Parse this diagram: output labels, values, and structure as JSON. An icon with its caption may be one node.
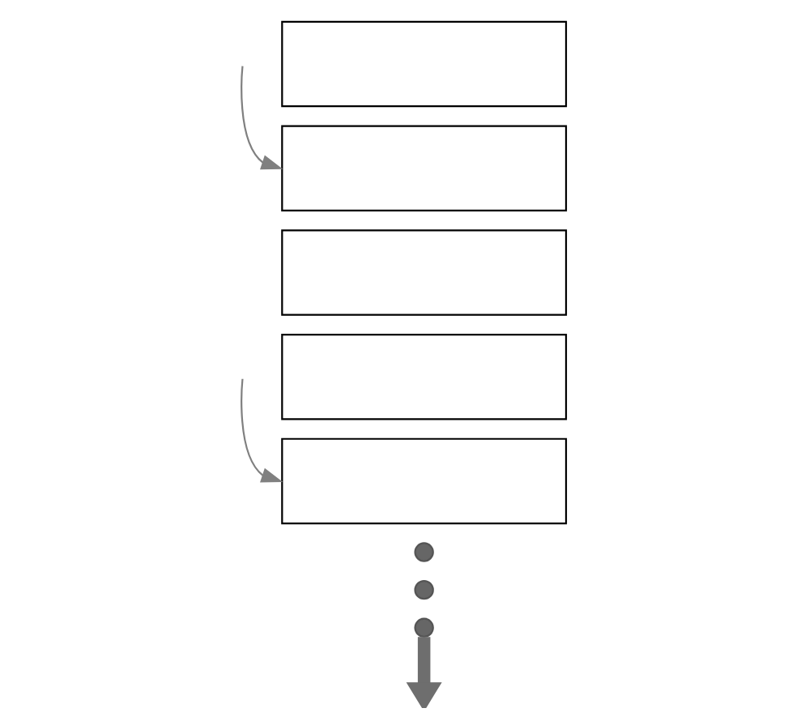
{
  "diagram": {
    "nodes": [
      {
        "text": [],
        "shape": "box"
      },
      {
        "text": [],
        "shape": "box"
      },
      {
        "text": [],
        "shape": "box"
      },
      {
        "text": [],
        "shape": "box"
      },
      {
        "text": [],
        "shape": "box"
      },
      {
        "text": [],
        "shape": "circle"
      },
      {
        "text": [],
        "shape": "circle"
      },
      {
        "text": [],
        "shape": "circle"
      }
    ],
    "edges": [
      {
        "from": null,
        "to": 1,
        "arrow": "to"
      },
      {
        "from": null,
        "to": 4,
        "arrow": "to"
      },
      {
        "from": 7,
        "to": null,
        "arrow": "to",
        "style": "thick",
        "color": "#6e6e6e"
      }
    ]
  }
}
